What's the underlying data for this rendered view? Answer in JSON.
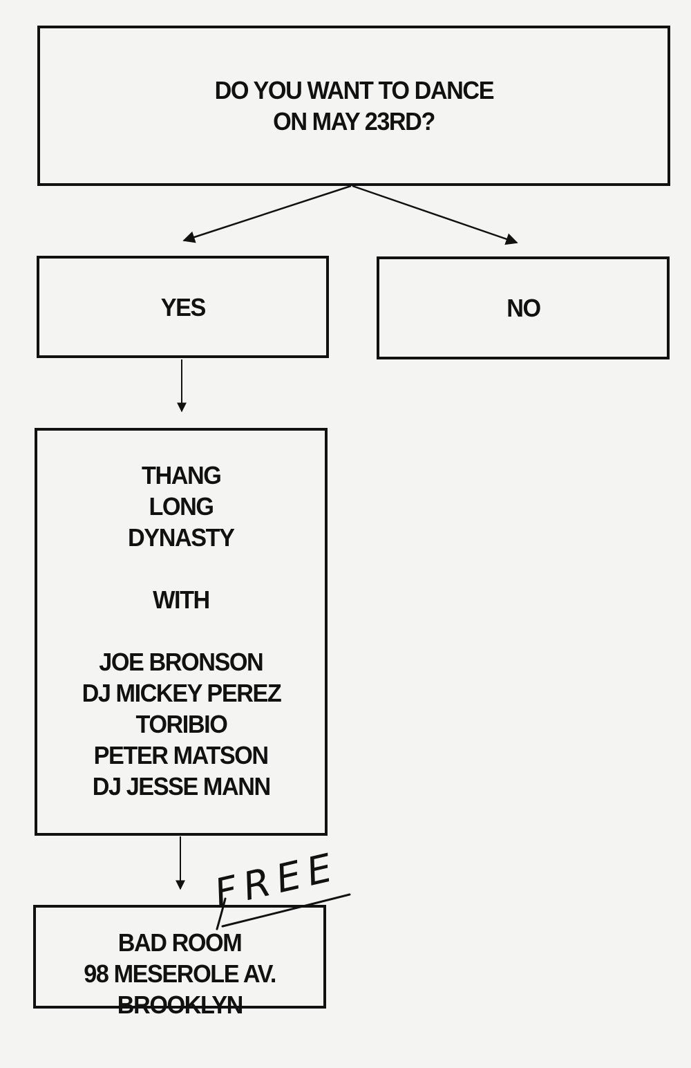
{
  "question": {
    "line1": "DO YOU WANT TO DANCE",
    "line2": "ON MAY 23RD?"
  },
  "answers": {
    "yes": "YES",
    "no": "NO"
  },
  "lineup": {
    "headliner": [
      "THANG",
      "LONG",
      "DYNASTY"
    ],
    "with_label": "WITH",
    "performers": [
      "JOE BRONSON",
      "DJ MICKEY PEREZ",
      "TORIBIO",
      "PETER MATSON",
      "DJ JESSE MANN"
    ]
  },
  "venue": {
    "name": "BAD ROOM",
    "address": "98 MESEROLE AV.",
    "city": "BROOKLYN"
  },
  "handwritten_note": "FREE"
}
